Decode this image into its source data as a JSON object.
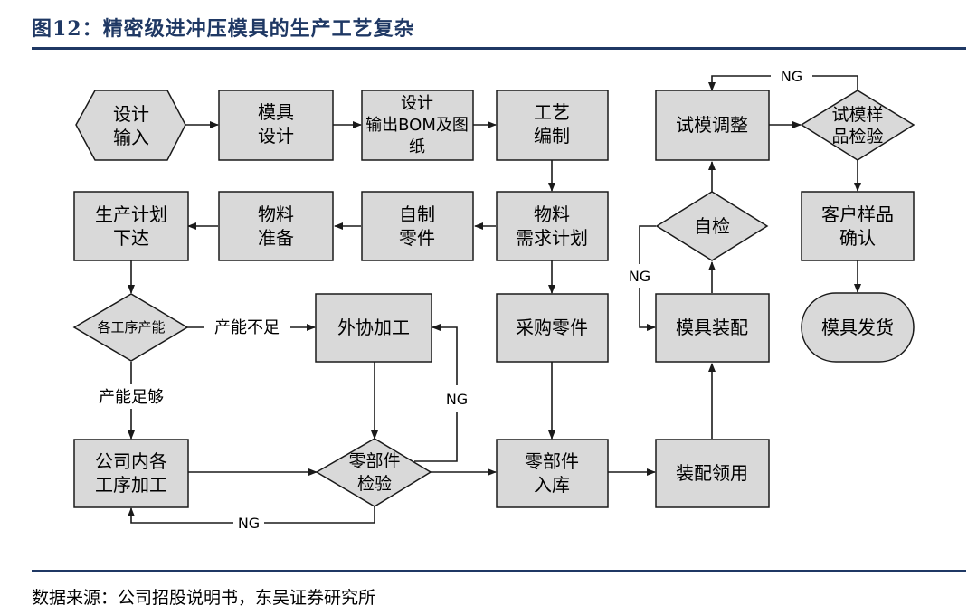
{
  "header": {
    "title": "图12：精密级进冲压模具的生产工艺复杂"
  },
  "footer": {
    "source": "数据来源：公司招股说明书，东吴证券研究所"
  },
  "flowchart": {
    "nodes": {
      "design_input": [
        "设计",
        "输入"
      ],
      "mold_design": [
        "模具",
        "设计"
      ],
      "design_output": [
        "设计",
        "输出BOM及图",
        "纸"
      ],
      "process_planning": [
        "工艺",
        "编制"
      ],
      "trial_adjust": [
        "试模调整"
      ],
      "sample_inspection": [
        "试模样",
        "品检验"
      ],
      "production_plan": [
        "生产计划",
        "下达"
      ],
      "material_prep": [
        "物料",
        "准备"
      ],
      "self_made_parts": [
        "自制",
        "零件"
      ],
      "material_demand": [
        "物料",
        "需求计划"
      ],
      "self_check": [
        "自检"
      ],
      "customer_confirm": [
        "客户样品",
        "确认"
      ],
      "process_capacity": [
        "各工序产能"
      ],
      "outsourcing": [
        "外协加工"
      ],
      "purchase_parts": [
        "采购零件"
      ],
      "mold_assembly": [
        "模具装配"
      ],
      "mold_delivery": [
        "模具发货"
      ],
      "internal_process": [
        "公司内各",
        "工序加工"
      ],
      "parts_inspection": [
        "零部件",
        "检验"
      ],
      "parts_storage": [
        "零部件",
        "入库"
      ],
      "assembly_requisition": [
        "装配领用"
      ]
    },
    "edge_labels": {
      "ng": "NG",
      "insufficient": "产能不足",
      "sufficient": "产能足够"
    }
  }
}
